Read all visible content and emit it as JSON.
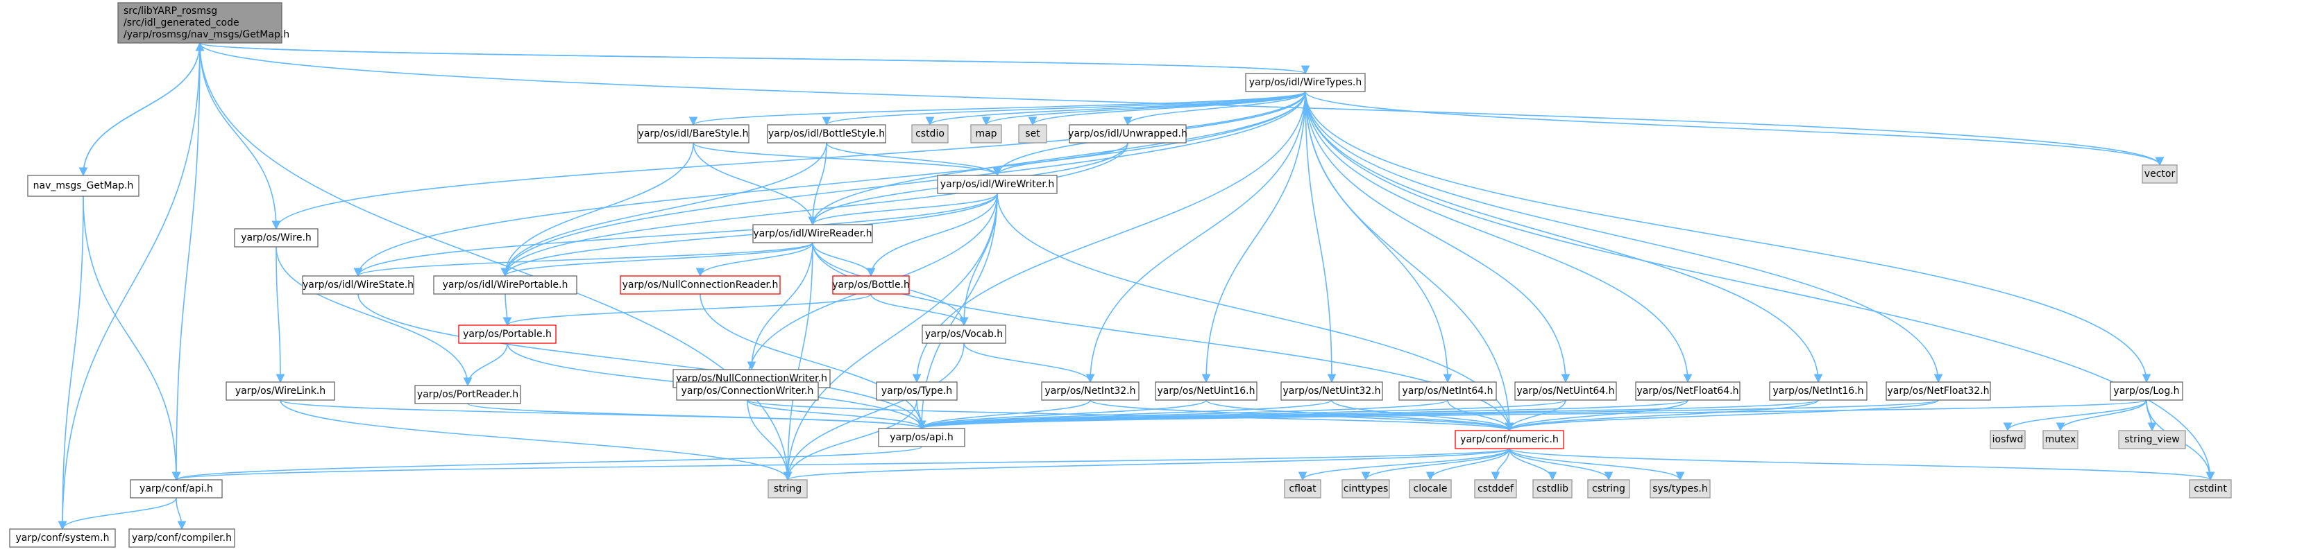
{
  "colors": {
    "edge": "#63b8ff",
    "focus_fill": "#999999",
    "focus_stroke": "#666666",
    "normal_fill": "#ffffff",
    "normal_stroke": "#666666",
    "system_fill": "#e0e0e0",
    "system_stroke": "#999999",
    "incomplete_stroke": "#ff0000",
    "text": "#000000",
    "incomplete_text": "#000000"
  },
  "nodes": [
    {
      "id": "getmap",
      "kind": "focus",
      "lines": [
        "src/libYARP_rosmsg",
        "/src/idl_generated_code",
        "/yarp/rosmsg/nav_msgs/GetMap.h"
      ]
    },
    {
      "id": "nav_getmap",
      "kind": "normal",
      "lines": [
        "nav_msgs_GetMap.h"
      ]
    },
    {
      "id": "wiretypes",
      "kind": "normal",
      "lines": [
        "yarp/os/idl/WireTypes.h"
      ]
    },
    {
      "id": "vector",
      "kind": "system",
      "lines": [
        "vector"
      ]
    },
    {
      "id": "barestyle",
      "kind": "normal",
      "lines": [
        "yarp/os/idl/BareStyle.h"
      ]
    },
    {
      "id": "bottlestyle",
      "kind": "normal",
      "lines": [
        "yarp/os/idl/BottleStyle.h"
      ]
    },
    {
      "id": "cstdio",
      "kind": "system",
      "lines": [
        "cstdio"
      ]
    },
    {
      "id": "map",
      "kind": "system",
      "lines": [
        "map"
      ]
    },
    {
      "id": "set",
      "kind": "system",
      "lines": [
        "set"
      ]
    },
    {
      "id": "unwrapped",
      "kind": "normal",
      "lines": [
        "yarp/os/idl/Unwrapped.h"
      ]
    },
    {
      "id": "wirewriter",
      "kind": "normal",
      "lines": [
        "yarp/os/idl/WireWriter.h"
      ]
    },
    {
      "id": "wire",
      "kind": "normal",
      "lines": [
        "yarp/os/Wire.h"
      ]
    },
    {
      "id": "wirereader",
      "kind": "normal",
      "lines": [
        "yarp/os/idl/WireReader.h"
      ]
    },
    {
      "id": "wirestate",
      "kind": "normal",
      "lines": [
        "yarp/os/idl/WireState.h"
      ]
    },
    {
      "id": "wireportable",
      "kind": "normal",
      "lines": [
        "yarp/os/idl/WirePortable.h"
      ]
    },
    {
      "id": "nullconnreader",
      "kind": "incomplete",
      "lines": [
        "yarp/os/NullConnectionReader.h"
      ]
    },
    {
      "id": "bottle",
      "kind": "incomplete",
      "lines": [
        "yarp/os/Bottle.h"
      ]
    },
    {
      "id": "portable",
      "kind": "incomplete",
      "lines": [
        "yarp/os/Portable.h"
      ]
    },
    {
      "id": "nullconnwriter",
      "kind": "normal",
      "lines": [
        "yarp/os/NullConnectionWriter.h"
      ]
    },
    {
      "id": "vocab",
      "kind": "normal",
      "lines": [
        "yarp/os/Vocab.h"
      ]
    },
    {
      "id": "wirelink",
      "kind": "normal",
      "lines": [
        "yarp/os/WireLink.h"
      ]
    },
    {
      "id": "portreader",
      "kind": "normal",
      "lines": [
        "yarp/os/PortReader.h"
      ]
    },
    {
      "id": "connwriter",
      "kind": "normal",
      "lines": [
        "yarp/os/ConnectionWriter.h"
      ]
    },
    {
      "id": "type",
      "kind": "normal",
      "lines": [
        "yarp/os/Type.h"
      ]
    },
    {
      "id": "netint32",
      "kind": "normal",
      "lines": [
        "yarp/os/NetInt32.h"
      ]
    },
    {
      "id": "netuint16",
      "kind": "normal",
      "lines": [
        "yarp/os/NetUint16.h"
      ]
    },
    {
      "id": "netuint32",
      "kind": "normal",
      "lines": [
        "yarp/os/NetUint32.h"
      ]
    },
    {
      "id": "netint64",
      "kind": "normal",
      "lines": [
        "yarp/os/NetInt64.h"
      ]
    },
    {
      "id": "netuint64",
      "kind": "normal",
      "lines": [
        "yarp/os/NetUint64.h"
      ]
    },
    {
      "id": "netfloat64",
      "kind": "normal",
      "lines": [
        "yarp/os/NetFloat64.h"
      ]
    },
    {
      "id": "netint16",
      "kind": "normal",
      "lines": [
        "yarp/os/NetInt16.h"
      ]
    },
    {
      "id": "netfloat32",
      "kind": "normal",
      "lines": [
        "yarp/os/NetFloat32.h"
      ]
    },
    {
      "id": "log",
      "kind": "normal",
      "lines": [
        "yarp/os/Log.h"
      ]
    },
    {
      "id": "api_os",
      "kind": "normal",
      "lines": [
        "yarp/os/api.h"
      ]
    },
    {
      "id": "numeric",
      "kind": "incomplete",
      "lines": [
        "yarp/conf/numeric.h"
      ]
    },
    {
      "id": "iosfwd",
      "kind": "system",
      "lines": [
        "iosfwd"
      ]
    },
    {
      "id": "mutex",
      "kind": "system",
      "lines": [
        "mutex"
      ]
    },
    {
      "id": "string_view",
      "kind": "system",
      "lines": [
        "string_view"
      ]
    },
    {
      "id": "api_conf",
      "kind": "normal",
      "lines": [
        "yarp/conf/api.h"
      ]
    },
    {
      "id": "string",
      "kind": "system",
      "lines": [
        "string"
      ]
    },
    {
      "id": "cfloat",
      "kind": "system",
      "lines": [
        "cfloat"
      ]
    },
    {
      "id": "cinttypes",
      "kind": "system",
      "lines": [
        "cinttypes"
      ]
    },
    {
      "id": "clocale",
      "kind": "system",
      "lines": [
        "clocale"
      ]
    },
    {
      "id": "cstddef",
      "kind": "system",
      "lines": [
        "cstddef"
      ]
    },
    {
      "id": "cstdlib",
      "kind": "system",
      "lines": [
        "cstdlib"
      ]
    },
    {
      "id": "cstring",
      "kind": "system",
      "lines": [
        "cstring"
      ]
    },
    {
      "id": "systypes",
      "kind": "system",
      "lines": [
        "sys/types.h"
      ]
    },
    {
      "id": "cstdint",
      "kind": "system",
      "lines": [
        "cstdint"
      ]
    },
    {
      "id": "system",
      "kind": "normal",
      "lines": [
        "yarp/conf/system.h"
      ]
    },
    {
      "id": "compiler",
      "kind": "normal",
      "lines": [
        "yarp/conf/compiler.h"
      ]
    }
  ],
  "edges": [
    [
      "getmap",
      "nav_getmap"
    ],
    [
      "getmap",
      "wiretypes"
    ],
    [
      "getmap",
      "wire"
    ],
    [
      "getmap",
      "api_conf"
    ],
    [
      "getmap",
      "system"
    ],
    [
      "getmap",
      "string"
    ],
    [
      "getmap",
      "vector"
    ],
    [
      "nav_getmap",
      "getmap"
    ],
    [
      "nav_getmap",
      "api_conf"
    ],
    [
      "nav_getmap",
      "system"
    ],
    [
      "wiretypes",
      "getmap"
    ],
    [
      "wiretypes",
      "vector"
    ],
    [
      "wiretypes",
      "barestyle"
    ],
    [
      "wiretypes",
      "bottlestyle"
    ],
    [
      "wiretypes",
      "cstdio"
    ],
    [
      "wiretypes",
      "map"
    ],
    [
      "wiretypes",
      "set"
    ],
    [
      "wiretypes",
      "unwrapped"
    ],
    [
      "wiretypes",
      "wirewriter"
    ],
    [
      "wiretypes",
      "wirereader"
    ],
    [
      "wiretypes",
      "wire"
    ],
    [
      "wiretypes",
      "wirestate"
    ],
    [
      "wiretypes",
      "wireportable"
    ],
    [
      "wiretypes",
      "type"
    ],
    [
      "wiretypes",
      "netint32"
    ],
    [
      "wiretypes",
      "netuint16"
    ],
    [
      "wiretypes",
      "netuint32"
    ],
    [
      "wiretypes",
      "netint64"
    ],
    [
      "wiretypes",
      "netuint64"
    ],
    [
      "wiretypes",
      "netfloat64"
    ],
    [
      "wiretypes",
      "netint16"
    ],
    [
      "wiretypes",
      "netfloat32"
    ],
    [
      "wiretypes",
      "log"
    ],
    [
      "wiretypes",
      "numeric"
    ],
    [
      "wiretypes",
      "cstdint"
    ],
    [
      "barestyle",
      "wirewriter"
    ],
    [
      "barestyle",
      "wirereader"
    ],
    [
      "barestyle",
      "wireportable"
    ],
    [
      "bottlestyle",
      "wirewriter"
    ],
    [
      "bottlestyle",
      "wirereader"
    ],
    [
      "bottlestyle",
      "wireportable"
    ],
    [
      "unwrapped",
      "wirewriter"
    ],
    [
      "unwrapped",
      "wirereader"
    ],
    [
      "unwrapped",
      "wireportable"
    ],
    [
      "wirewriter",
      "wirereader"
    ],
    [
      "wirewriter",
      "wireportable"
    ],
    [
      "wirewriter",
      "bottle"
    ],
    [
      "wirewriter",
      "vocab"
    ],
    [
      "wirewriter",
      "connwriter"
    ],
    [
      "wirewriter",
      "api_os"
    ],
    [
      "wirewriter",
      "numeric"
    ],
    [
      "wirewriter",
      "string"
    ],
    [
      "wirewriter",
      "wirestate"
    ],
    [
      "wirereader",
      "wirestate"
    ],
    [
      "wirereader",
      "wireportable"
    ],
    [
      "wirereader",
      "nullconnreader"
    ],
    [
      "wirereader",
      "bottle"
    ],
    [
      "wirereader",
      "nullconnwriter"
    ],
    [
      "wirereader",
      "vocab"
    ],
    [
      "wirereader",
      "numeric"
    ],
    [
      "wirereader",
      "string"
    ],
    [
      "wire",
      "wirelink"
    ],
    [
      "wire",
      "portreader"
    ],
    [
      "wireportable",
      "portable"
    ],
    [
      "wirestate",
      "api_os"
    ],
    [
      "nullconnreader",
      "api_os"
    ],
    [
      "bottle",
      "portable"
    ],
    [
      "bottle",
      "vocab"
    ],
    [
      "portable",
      "portreader"
    ],
    [
      "portable",
      "api_os"
    ],
    [
      "nullconnwriter",
      "connwriter"
    ],
    [
      "vocab",
      "netint32"
    ],
    [
      "vocab",
      "string"
    ],
    [
      "wirelink",
      "api_os"
    ],
    [
      "wirelink",
      "string"
    ],
    [
      "portreader",
      "api_os"
    ],
    [
      "connwriter",
      "api_os"
    ],
    [
      "connwriter",
      "string"
    ],
    [
      "connwriter",
      "numeric"
    ],
    [
      "type",
      "api_os"
    ],
    [
      "type",
      "string"
    ],
    [
      "netint32",
      "api_os"
    ],
    [
      "netint32",
      "numeric"
    ],
    [
      "netuint16",
      "api_os"
    ],
    [
      "netuint16",
      "numeric"
    ],
    [
      "netuint32",
      "api_os"
    ],
    [
      "netuint32",
      "numeric"
    ],
    [
      "netint64",
      "api_os"
    ],
    [
      "netint64",
      "numeric"
    ],
    [
      "netuint64",
      "api_os"
    ],
    [
      "netuint64",
      "numeric"
    ],
    [
      "netfloat64",
      "api_os"
    ],
    [
      "netfloat64",
      "numeric"
    ],
    [
      "netint16",
      "api_os"
    ],
    [
      "netint16",
      "numeric"
    ],
    [
      "netfloat32",
      "api_os"
    ],
    [
      "netfloat32",
      "numeric"
    ],
    [
      "log",
      "api_os"
    ],
    [
      "log",
      "iosfwd"
    ],
    [
      "log",
      "mutex"
    ],
    [
      "log",
      "string_view"
    ],
    [
      "log",
      "cstdint"
    ],
    [
      "api_os",
      "api_conf"
    ],
    [
      "numeric",
      "api_conf"
    ],
    [
      "numeric",
      "cfloat"
    ],
    [
      "numeric",
      "cinttypes"
    ],
    [
      "numeric",
      "clocale"
    ],
    [
      "numeric",
      "cstddef"
    ],
    [
      "numeric",
      "cstdlib"
    ],
    [
      "numeric",
      "cstring"
    ],
    [
      "numeric",
      "systypes"
    ],
    [
      "numeric",
      "cstdint"
    ],
    [
      "numeric",
      "string"
    ],
    [
      "api_conf",
      "system"
    ],
    [
      "api_conf",
      "compiler"
    ]
  ]
}
